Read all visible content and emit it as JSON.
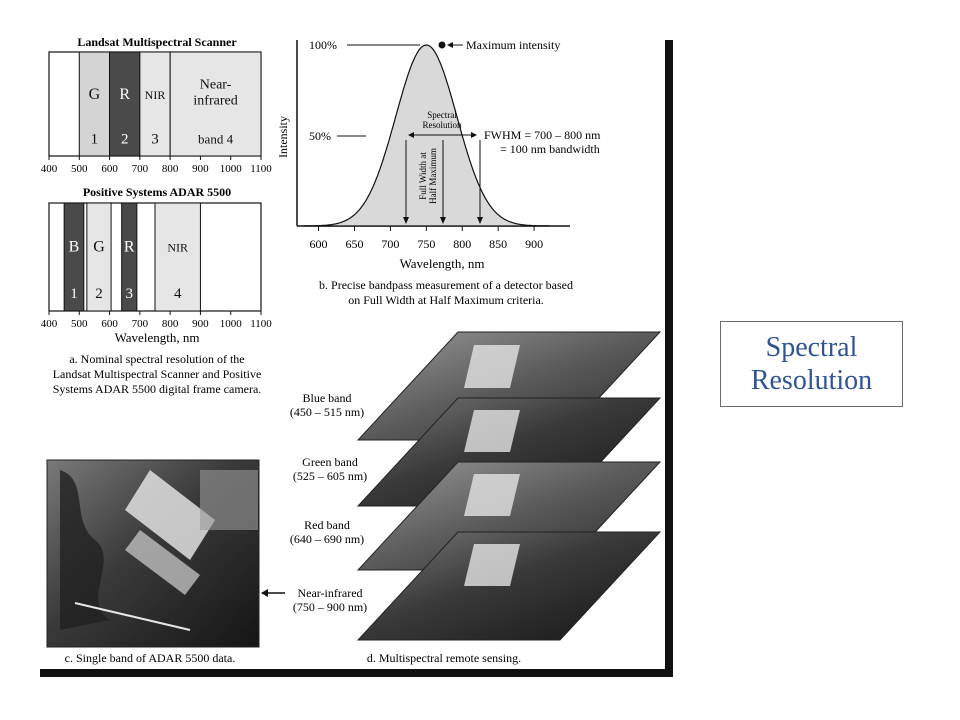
{
  "slide_title": {
    "line1": "Spectral",
    "line2": "Resolution"
  },
  "panel_a": {
    "landsat_title": "Landsat Multispectral Scanner",
    "landsat_bands": [
      {
        "letter": "G",
        "number": "1",
        "range": [
          500,
          600
        ],
        "shade": "#d4d4d4"
      },
      {
        "letter": "R",
        "number": "2",
        "range": [
          600,
          700
        ],
        "shade": "#4a4a4a"
      },
      {
        "letter": "NIR",
        "number": "3",
        "range": [
          700,
          800
        ],
        "shade": "#e6e6e6"
      },
      {
        "letter_line1": "Near-",
        "letter_line2": "infrared",
        "number": "band 4",
        "range": [
          800,
          1100
        ],
        "shade": "#e6e6e6"
      }
    ],
    "landsat_ticks": [
      "400",
      "500",
      "600",
      "700",
      "800",
      "900",
      "1000",
      "1100"
    ],
    "adar_title": "Positive Systems ADAR 5500",
    "adar_bands": [
      {
        "letter": "B",
        "number": "1",
        "range": [
          450,
          515
        ],
        "shade": "#4a4a4a"
      },
      {
        "letter": "G",
        "number": "2",
        "range": [
          525,
          605
        ],
        "shade": "#e6e6e6"
      },
      {
        "letter": "R",
        "number": "3",
        "range": [
          640,
          690
        ],
        "shade": "#4a4a4a"
      },
      {
        "letter": "NIR",
        "number": "4",
        "range": [
          750,
          900
        ],
        "shade": "#e6e6e6"
      }
    ],
    "adar_ticks": [
      "400",
      "500",
      "600",
      "700",
      "800",
      "900",
      "1000",
      "1100"
    ],
    "xlabel": "Wavelength, nm",
    "caption": [
      "a. Nominal spectral resolution of the",
      "Landsat Multispectral Scanner and Positive",
      "Systems ADAR 5500 digital frame camera."
    ]
  },
  "panel_b": {
    "ylabel": "Intensity",
    "y100": "100%",
    "y50": "50%",
    "max_label": "Maximum intensity",
    "spectral_res": [
      "Spectral",
      "Resolution"
    ],
    "fwhm_line1": "FWHM =  700 – 800 nm",
    "fwhm_line2": "= 100 nm bandwidth",
    "fwhm_vertical": [
      "Full Width at",
      "Half Maximum"
    ],
    "xlabel": "Wavelength, nm",
    "ticks": [
      "600",
      "650",
      "700",
      "750",
      "800",
      "850",
      "900"
    ],
    "caption": [
      "b. Precise bandpass measurement of a detector based",
      "on Full Width at Half Maximum criteria."
    ]
  },
  "panel_c": {
    "caption": "c. Single band of ADAR 5500 data."
  },
  "panel_d": {
    "layers": [
      {
        "name": "Blue band",
        "range": "(450 – 515  nm)"
      },
      {
        "name": "Green band",
        "range": "(525 – 605  nm)"
      },
      {
        "name": "Red band",
        "range": "(640 – 690  nm)"
      },
      {
        "name": "Near-infrared",
        "range": "(750 – 900  nm)"
      }
    ],
    "caption": "d. Multispectral remote sensing."
  }
}
